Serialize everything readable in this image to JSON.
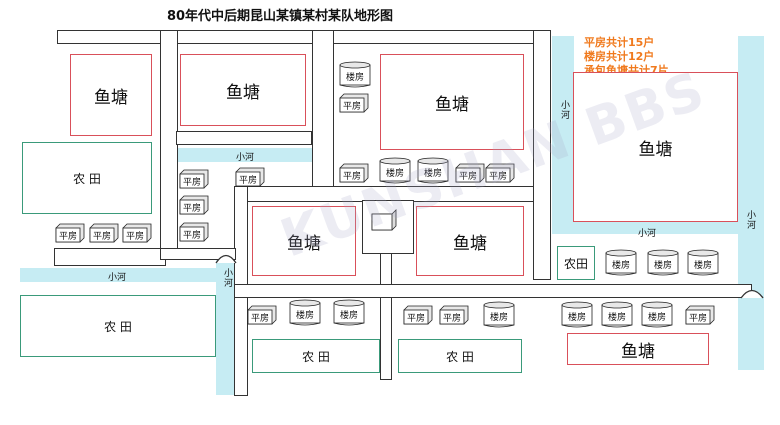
{
  "title": "80年代中后期昆山某镇某村某队地形图",
  "legend": [
    "平房共计15户",
    "楼房共计12户",
    "承包鱼塘共计7片"
  ],
  "labels": {
    "pond": "鱼塘",
    "field": "农 田",
    "field_small": "农田",
    "river": "小河",
    "flat_house": "平房",
    "building": "楼房"
  },
  "counts": {
    "flat_houses": 15,
    "buildings": 12,
    "ponds": 7
  },
  "colors": {
    "river": "#c6ecf3",
    "pond_border": "#d9505a",
    "field_border": "#3a9a7a",
    "legend": "#f07a1e"
  }
}
